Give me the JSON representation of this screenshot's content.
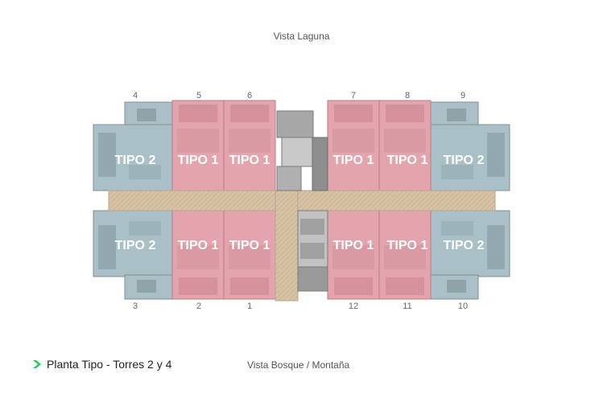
{
  "header": {
    "view_top": "Vista Laguna"
  },
  "footer": {
    "title": "Planta Tipo - Torres 2 y 4",
    "view_bottom": "Vista Bosque / Montaña"
  },
  "unit_numbers": {
    "top": [
      "4",
      "5",
      "6",
      "7",
      "8",
      "9"
    ],
    "bottom": [
      "3",
      "2",
      "1",
      "12",
      "11",
      "10"
    ]
  },
  "unit_types": {
    "tipo1": "TIPO 1",
    "tipo2": "TIPO 2"
  },
  "colors": {
    "tipo1": "#e3a4ad",
    "tipo2": "#a9c0c6",
    "corridor": "#d6c3a6",
    "core": "#b8b8b8",
    "accent": "#1fd05a"
  }
}
